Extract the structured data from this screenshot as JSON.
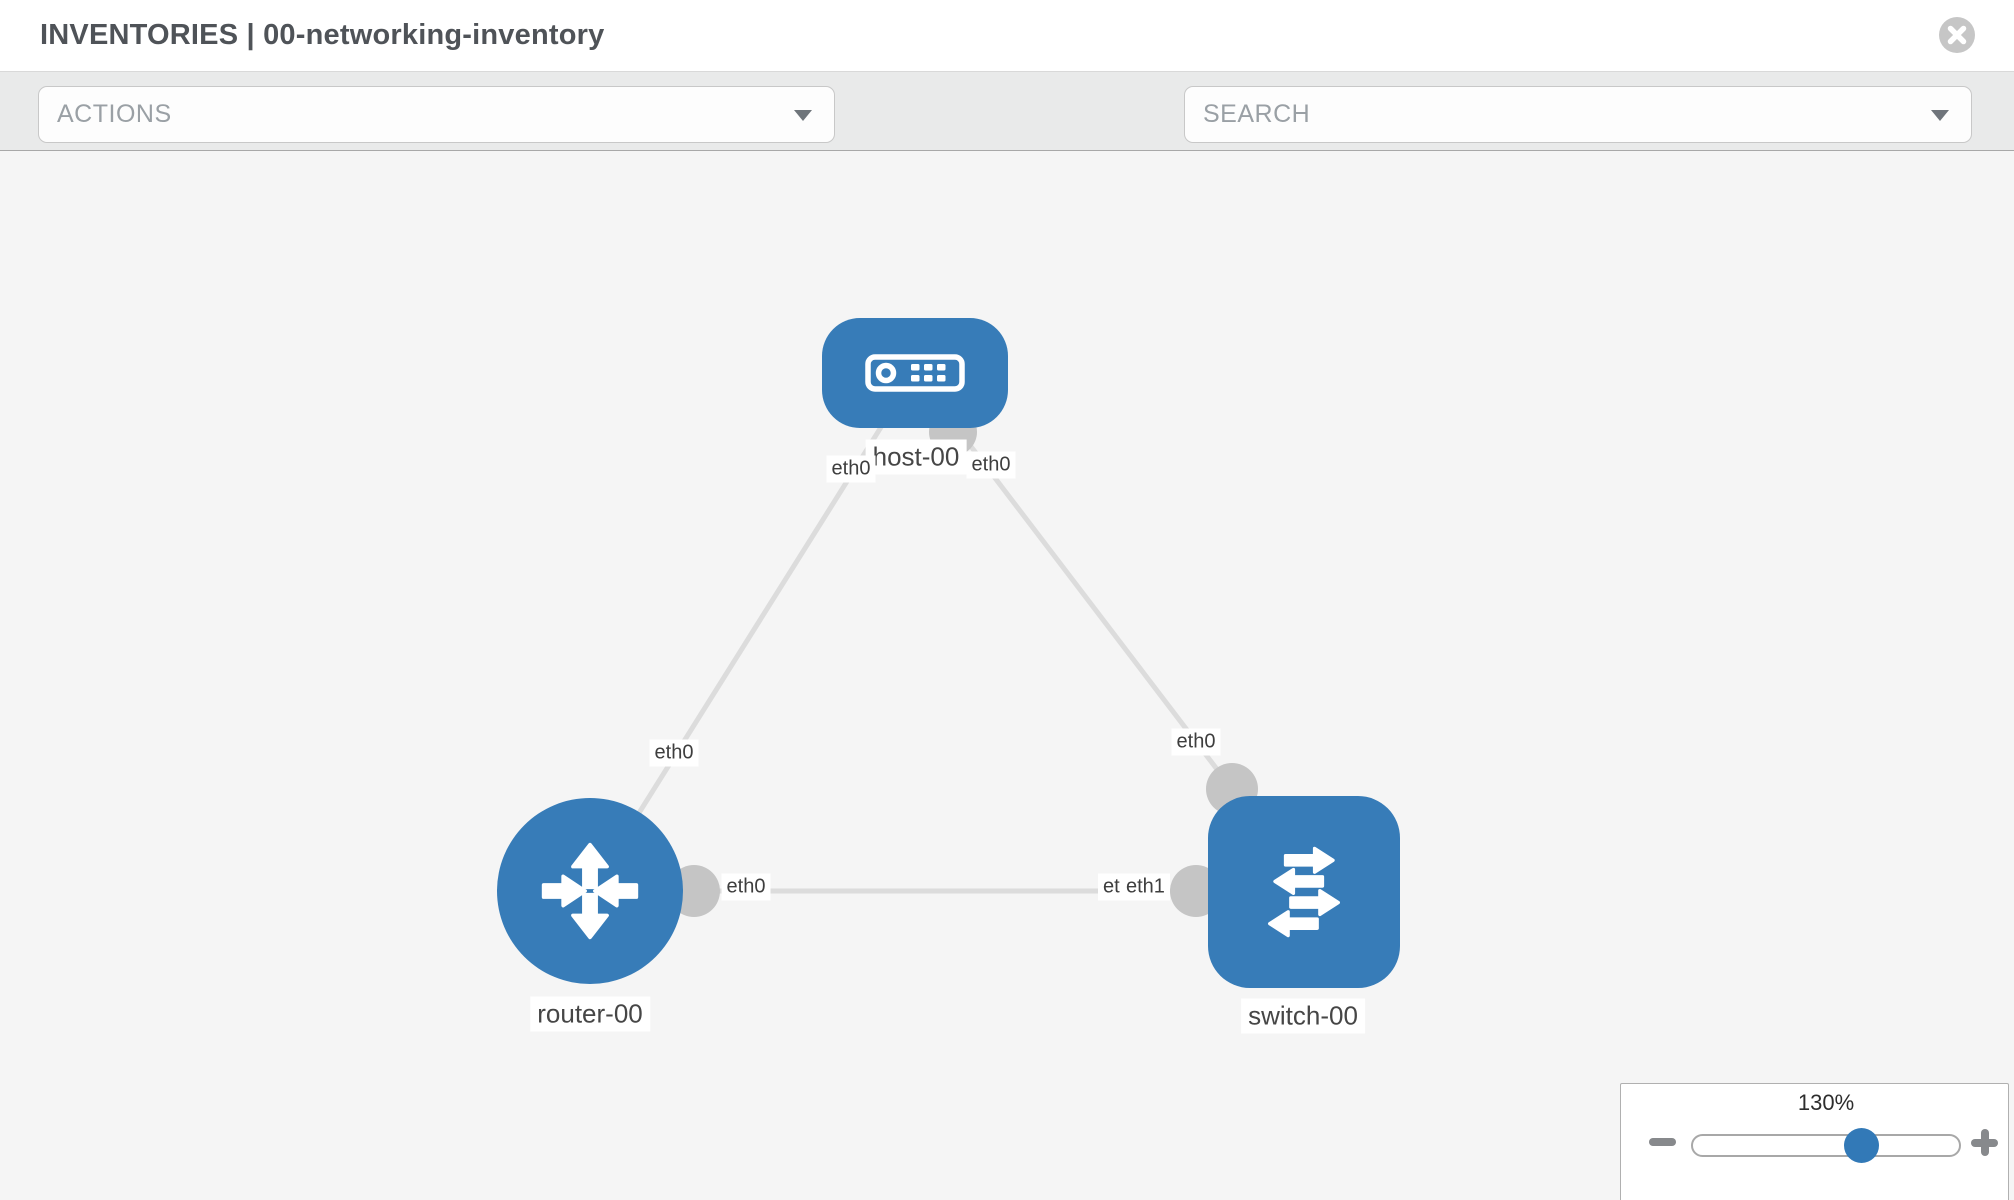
{
  "header": {
    "title": "INVENTORIES | 00-networking-inventory"
  },
  "toolbar": {
    "actions_placeholder": "ACTIONS",
    "search_placeholder": "SEARCH",
    "icons": [
      "wrench-icon",
      "key-icon"
    ]
  },
  "topology": {
    "nodes": [
      {
        "label": "host-00",
        "type": "host"
      },
      {
        "label": "router-00",
        "type": "router"
      },
      {
        "label": "switch-00",
        "type": "switch"
      }
    ],
    "links": [
      {
        "from": "host-00",
        "from_interface": "eth0",
        "to": "router-00",
        "to_interface": "eth0"
      },
      {
        "from": "host-00",
        "from_interface": "eth0",
        "to": "switch-00",
        "to_interface": "eth0"
      },
      {
        "from": "router-00",
        "from_interface": "eth0",
        "to": "switch-00",
        "to_interface": "eth1",
        "to_interface_overlapped_label": "eth0"
      }
    ]
  },
  "zoom_control": {
    "level": "130%"
  },
  "colors": {
    "node_blue": "#377cb8",
    "link_gray": "#dcdcdc",
    "port_gray": "#c5c5c5",
    "toolbar_bg": "#e9eaea",
    "canvas_bg": "#f5f5f5"
  }
}
